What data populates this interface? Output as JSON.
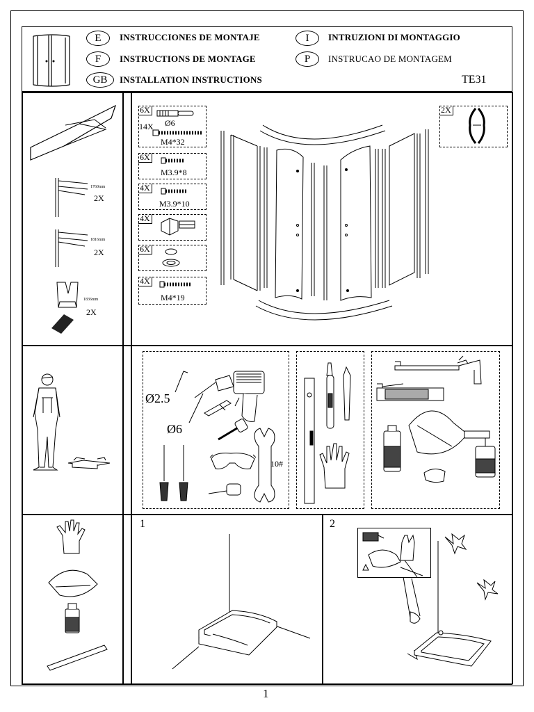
{
  "header": {
    "languages": [
      {
        "code": "E",
        "text": "INSTRUCCIONES DE MONTAJE"
      },
      {
        "code": "F",
        "text": "INSTRUCTIONS DE MONTAGE"
      },
      {
        "code": "GB",
        "text": "INSTALLATION INSTRUCTIONS"
      },
      {
        "code": "I",
        "text": "INTRUZIONI DI MONTAGGIO"
      },
      {
        "code": "P",
        "text": "INSTRUCAO DE MONTAGEM"
      }
    ],
    "model": "TE31"
  },
  "left_column": {
    "profiles": [
      {
        "length": "1760mm",
        "qty": "2X"
      },
      {
        "length": "1816mm",
        "qty": "2X"
      },
      {
        "length": "1836mm",
        "qty": "2X"
      }
    ]
  },
  "parts": [
    {
      "qty": "6X",
      "label": "Ø6"
    },
    {
      "qty": "14X",
      "label": "M4*32"
    },
    {
      "qty": "6X",
      "label": "M3.9*8"
    },
    {
      "qty": "4X",
      "label": "M3.9*10"
    },
    {
      "qty": "4X",
      "label": ""
    },
    {
      "qty": "6X",
      "label": ""
    },
    {
      "qty": "4X",
      "label": "M4*19"
    }
  ],
  "handle_part": {
    "qty": "2X"
  },
  "tools": {
    "drill_bit_small": "Ø2.5",
    "drill_bit_large": "Ø6",
    "wrench": "10#"
  },
  "steps": [
    {
      "number": "1"
    },
    {
      "number": "2"
    }
  ],
  "page_number": "1"
}
